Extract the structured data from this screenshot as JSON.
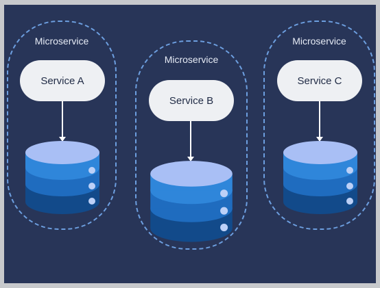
{
  "colors": {
    "background": "#283558",
    "border": "#c7c9cc",
    "group_outline": "#6d9fe0",
    "service_fill": "#eef0f3",
    "db_top": "#a9bff5",
    "db_layer": "#2f86da"
  },
  "microservices": [
    {
      "label": "Microservice",
      "service": "Service A",
      "icon": "database-icon"
    },
    {
      "label": "Microservice",
      "service": "Service B",
      "icon": "database-icon"
    },
    {
      "label": "Microservice",
      "service": "Service C",
      "icon": "database-icon"
    }
  ]
}
